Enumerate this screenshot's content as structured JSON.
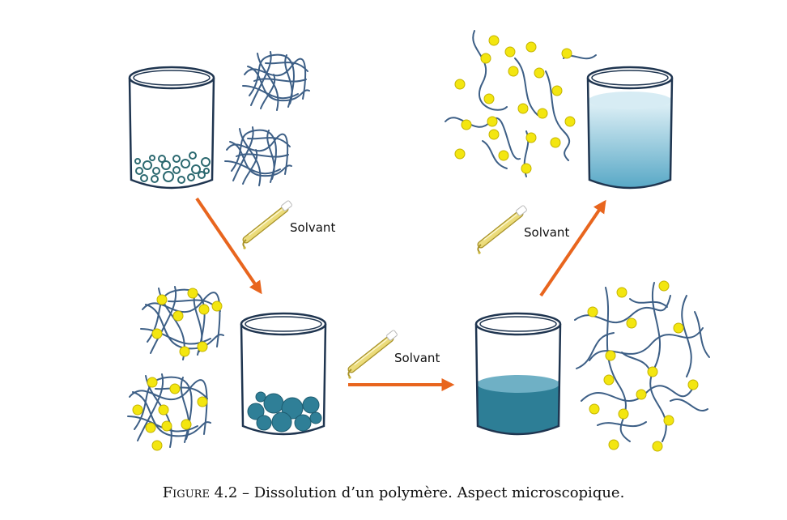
{
  "labels": {
    "solvent_top": "Solvant",
    "solvent_middle": "Solvant",
    "solvent_right": "Solvant"
  },
  "caption": {
    "figure_label": "Figure 4.2",
    "dash": " – ",
    "text": "Dissolution d’un polymère. Aspect microscopique."
  },
  "colors": {
    "beaker_outline": "#1f3550",
    "chain": "#3d5f86",
    "arrow": "#e8651e",
    "solvent_molecule": "#f3e610",
    "swollen_gel": "#2f7f97",
    "solution_light": "#bfe2ef",
    "solution_dark": "#2d7e96"
  },
  "icons": {
    "dropper": "pipette-icon",
    "arrow": "process-arrow-icon"
  }
}
